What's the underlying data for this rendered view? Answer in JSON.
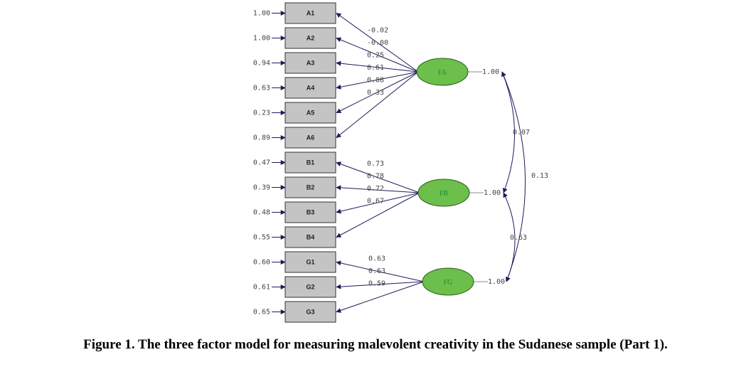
{
  "indicators": [
    {
      "id": "A1",
      "error": "1.00",
      "factor": "FA",
      "loading": "-0.02"
    },
    {
      "id": "A2",
      "error": "1.00",
      "factor": "FA",
      "loading": "-0.00"
    },
    {
      "id": "A3",
      "error": "0.94",
      "factor": "FA",
      "loading": "0.25"
    },
    {
      "id": "A4",
      "error": "0.63",
      "factor": "FA",
      "loading": "0.61"
    },
    {
      "id": "A5",
      "error": "0.23",
      "factor": "FA",
      "loading": "0.88"
    },
    {
      "id": "A6",
      "error": "0.89",
      "factor": "FA",
      "loading": "0.33"
    },
    {
      "id": "B1",
      "error": "0.47",
      "factor": "FB",
      "loading": "0.73"
    },
    {
      "id": "B2",
      "error": "0.39",
      "factor": "FB",
      "loading": "0.78"
    },
    {
      "id": "B3",
      "error": "0.48",
      "factor": "FB",
      "loading": "0.72"
    },
    {
      "id": "B4",
      "error": "0.55",
      "factor": "FB",
      "loading": "0.67"
    },
    {
      "id": "G1",
      "error": "0.60",
      "factor": "FG",
      "loading": "0.63"
    },
    {
      "id": "G2",
      "error": "0.61",
      "factor": "FG",
      "loading": "0.63"
    },
    {
      "id": "G3",
      "error": "0.65",
      "factor": "FG",
      "loading": "0.59"
    }
  ],
  "factors": [
    {
      "id": "FA",
      "variance": "1.00"
    },
    {
      "id": "FB",
      "variance": "1.00"
    },
    {
      "id": "FG",
      "variance": "1.00"
    }
  ],
  "correlations": [
    {
      "from": "FA",
      "to": "FB",
      "value": "0.07"
    },
    {
      "from": "FA",
      "to": "FG",
      "value": "0.13"
    },
    {
      "from": "FB",
      "to": "FG",
      "value": "0.63"
    }
  ],
  "colors": {
    "factor_fill": "#6cbf4a",
    "factor_text": "#1f8a3a",
    "box_fill": "#c4c4c4",
    "line": "#1c1c5c"
  },
  "caption": "Figure 1. The three factor model for measuring malevolent creativity in the Sudanese sample (Part 1)."
}
